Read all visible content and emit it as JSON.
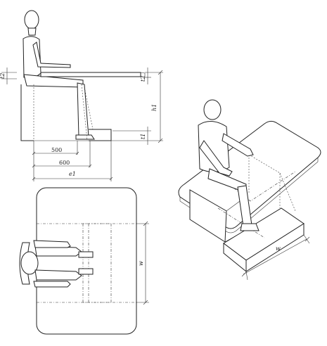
{
  "labels": {
    "t2_left": "t2",
    "t2_right": "t2",
    "h1": "h1",
    "t1": "t1",
    "dim_500": "500",
    "dim_600": "600",
    "e1": "e1",
    "w_plan": "w",
    "w_iso": "w"
  },
  "colors": {
    "line": "#222222",
    "background": "#ffffff"
  }
}
